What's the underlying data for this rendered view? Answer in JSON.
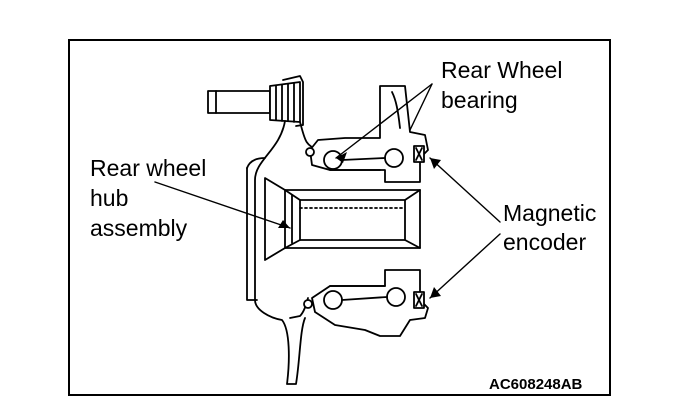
{
  "diagram": {
    "labels": {
      "rear_wheel_bearing": [
        "Rear Wheel",
        "bearing"
      ],
      "rear_wheel_hub_assembly": [
        "Rear wheel",
        "hub",
        "assembly"
      ],
      "magnetic_encoder": [
        "Magnetic",
        "encoder"
      ]
    },
    "figure_code": "AC608248AB"
  }
}
